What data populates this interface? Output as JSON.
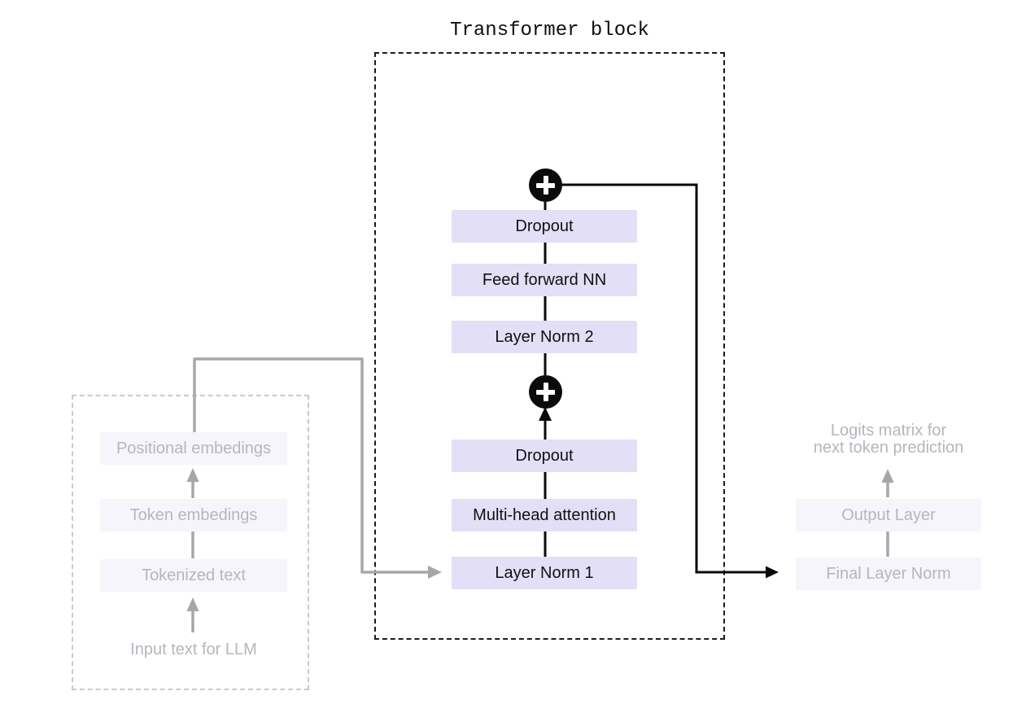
{
  "title": "Transformer block",
  "icons": {
    "residual_add_top": "plus-icon",
    "residual_add_middle": "plus-icon"
  },
  "input_pipeline": {
    "positional_embedings": "Positional embedings",
    "token_embedings": "Token embedings",
    "tokenized_text": "Tokenized text",
    "caption": "Input text for LLM"
  },
  "transformer_block": {
    "dropout_top": "Dropout",
    "feed_forward_nn": "Feed forward NN",
    "layer_norm_2": "Layer Norm 2",
    "dropout_bottom": "Dropout",
    "multi_head_attention": "Multi-head attention",
    "layer_norm_1": "Layer Norm 1"
  },
  "output_pipeline": {
    "output_layer": "Output Layer",
    "final_layer_norm": "Final Layer Norm",
    "caption_line1": "Logits matrix for",
    "caption_line2": "next token prediction"
  },
  "colors": {
    "active_box_fill": "#e2dff7",
    "faded_box_fill": "#f6f5fc",
    "faded_text": "#b7b5bd",
    "gray_line": "#a7a7ab",
    "black_line": "#0a0a0a",
    "center_dash_border": "#1b1b1b",
    "left_dash_border": "#c9c9cd"
  }
}
